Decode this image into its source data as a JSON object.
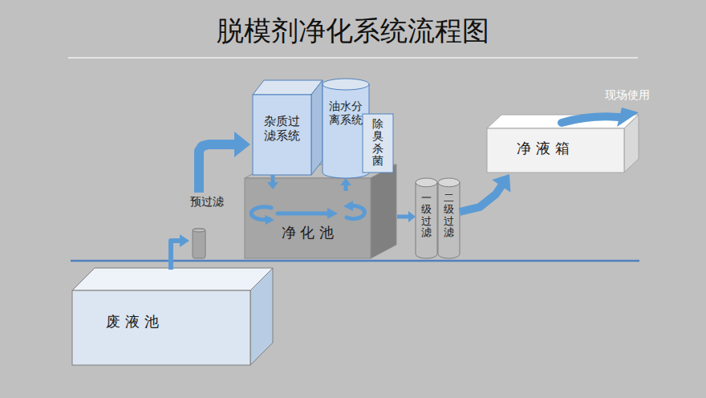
{
  "diagram": {
    "title": "脱模剂净化系统流程图",
    "nodes": [
      {
        "text": [
          "废 液 池"
        ]
      },
      {
        "text": [
          "预过滤"
        ]
      },
      {
        "text": [
          "净 化 池"
        ]
      },
      {
        "text": [
          "杂质过滤系统"
        ]
      },
      {
        "text": [
          "油水分离系统"
        ]
      },
      {
        "text": [
          "除臭杀菌"
        ]
      },
      {
        "text": [
          "一级过滤"
        ]
      },
      {
        "text": [
          "二级过滤"
        ]
      },
      {
        "text": [
          "净 液 箱"
        ]
      }
    ],
    "edges": [
      {
        "from": 0,
        "to": 1,
        "arrow": "to"
      },
      {
        "from": 1,
        "to": 3,
        "arrow": "to"
      },
      {
        "from": 3,
        "to": 2,
        "arrow": "to"
      },
      {
        "from": 2,
        "to": 4,
        "arrow": "to"
      },
      {
        "from": 2,
        "to": 6,
        "arrow": "to"
      },
      {
        "from": 7,
        "to": 8,
        "arrow": "to"
      }
    ],
    "labels": [
      "现场使用"
    ]
  }
}
